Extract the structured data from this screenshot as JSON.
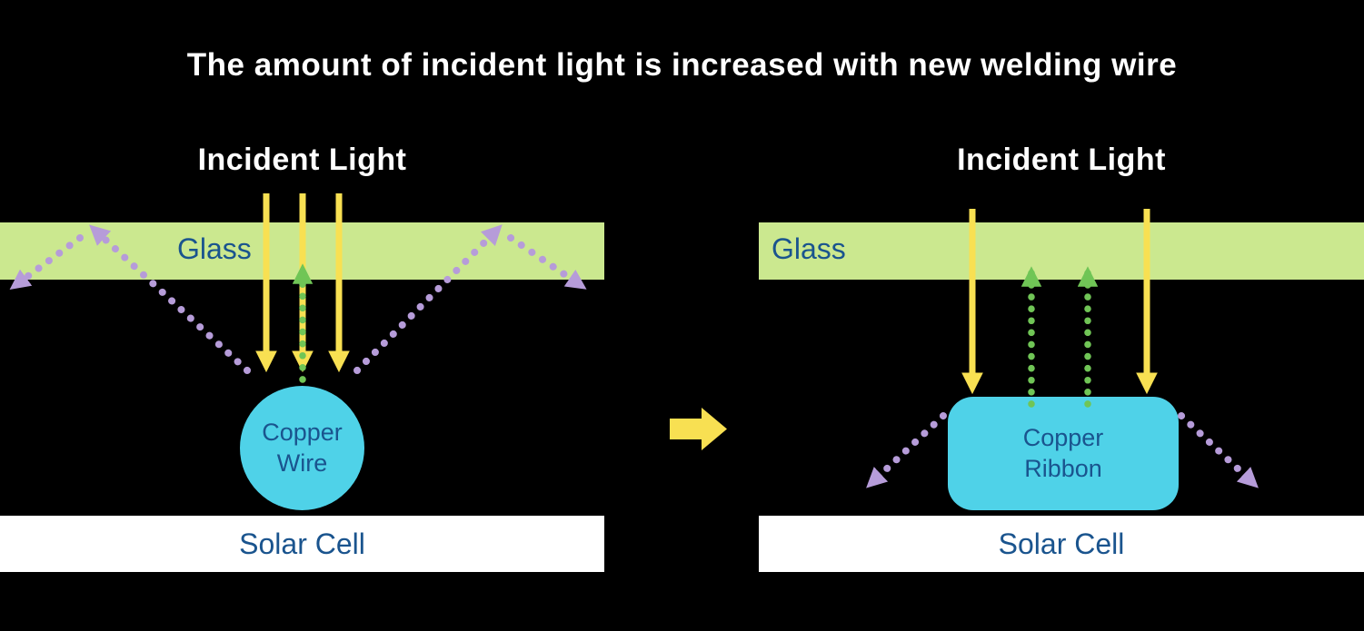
{
  "title": "The amount of incident light is increased with new welding wire",
  "left": {
    "incident_light": "Incident Light",
    "glass": "Glass",
    "copper_line1": "Copper",
    "copper_line2": "Wire",
    "solar_cell": "Solar Cell"
  },
  "right": {
    "incident_light": "Incident Light",
    "glass": "Glass",
    "copper_line1": "Copper",
    "copper_line2": "Ribbon",
    "solar_cell": "Solar Cell"
  },
  "icons": {
    "transition_arrow": "right-arrow"
  },
  "colors": {
    "bg_black": "#000000",
    "title_white": "#ffffff",
    "glass_green": "#cbe88f",
    "label_blue": "#1a548e",
    "solar_white": "#ffffff",
    "copper_cyan": "#4fd2e8",
    "arrow_yellow": "#f8e052",
    "arrow_green": "#70c556",
    "arrow_purple": "#b69cd9"
  }
}
